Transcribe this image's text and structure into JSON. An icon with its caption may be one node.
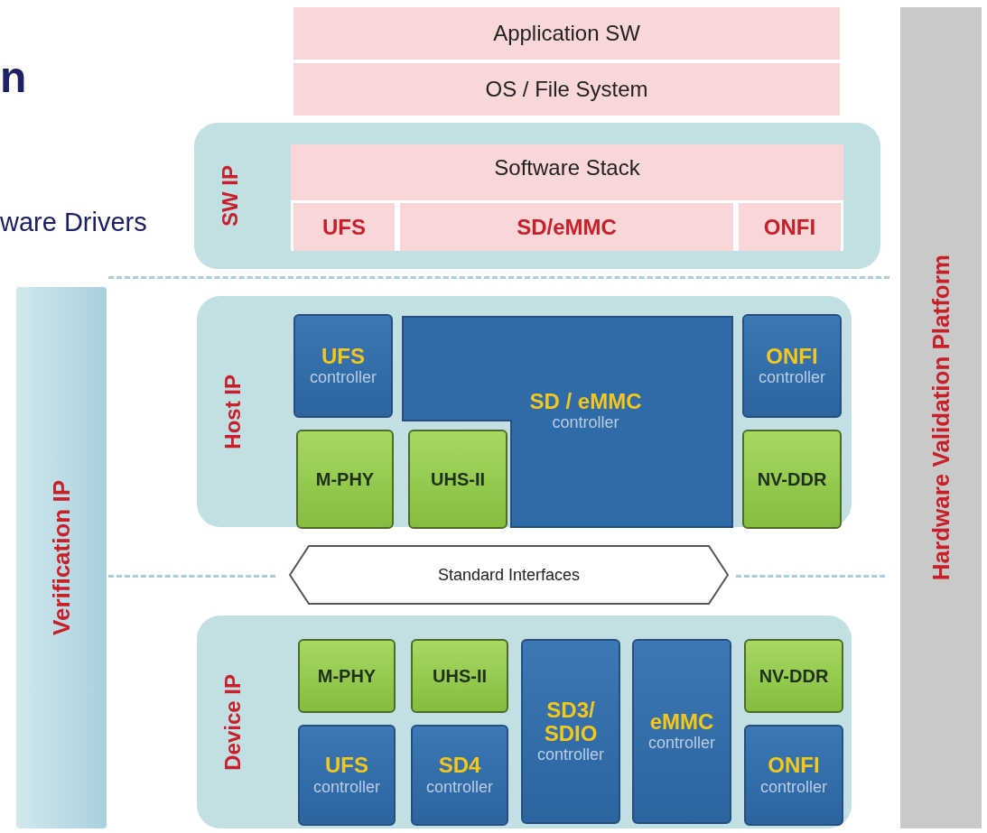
{
  "diagram": {
    "nodes": [
      {
        "text": [
          "Application SW"
        ]
      },
      {
        "text": [
          "OS / File System"
        ]
      },
      {
        "text": [
          "SW IP"
        ]
      },
      {
        "text": [
          "Software Stack"
        ],
        "in": 2
      },
      {
        "text": [
          "UFS"
        ],
        "in": 3
      },
      {
        "text": [
          "SD/eMMC"
        ],
        "in": 3
      },
      {
        "text": [
          "ONFI"
        ],
        "in": 3
      },
      {
        "text": [
          "Host IP"
        ]
      },
      {
        "text": [
          "UFS",
          "controller"
        ],
        "in": 7
      },
      {
        "text": [
          "SD / eMMC",
          "controller"
        ],
        "in": 7
      },
      {
        "text": [
          "ONFI",
          "controller"
        ],
        "in": 7
      },
      {
        "text": [
          "M-PHY"
        ],
        "in": 7
      },
      {
        "text": [
          "UHS-II"
        ],
        "in": 7
      },
      {
        "text": [
          "NV-DDR"
        ],
        "in": 7
      },
      {
        "text": [
          "Standard Interfaces"
        ]
      },
      {
        "text": [
          "Device IP"
        ]
      },
      {
        "text": [
          "M-PHY"
        ],
        "in": 15
      },
      {
        "text": [
          "UHS-II"
        ],
        "in": 15
      },
      {
        "text": [
          "SD3/ SDIO",
          "controller"
        ],
        "in": 15
      },
      {
        "text": [
          "eMMC",
          "controller"
        ],
        "in": 15
      },
      {
        "text": [
          "NV-DDR"
        ],
        "in": 15
      },
      {
        "text": [
          "UFS",
          "controller"
        ],
        "in": 15
      },
      {
        "text": [
          "SD4",
          "controller"
        ],
        "in": 15
      },
      {
        "text": [
          "ONFI",
          "controller"
        ],
        "in": 15
      },
      {
        "text": [
          "Verification IP"
        ]
      },
      {
        "text": [
          "Hardware Validation Platform"
        ]
      }
    ],
    "labels": [
      "n",
      "ware Drivers"
    ]
  }
}
